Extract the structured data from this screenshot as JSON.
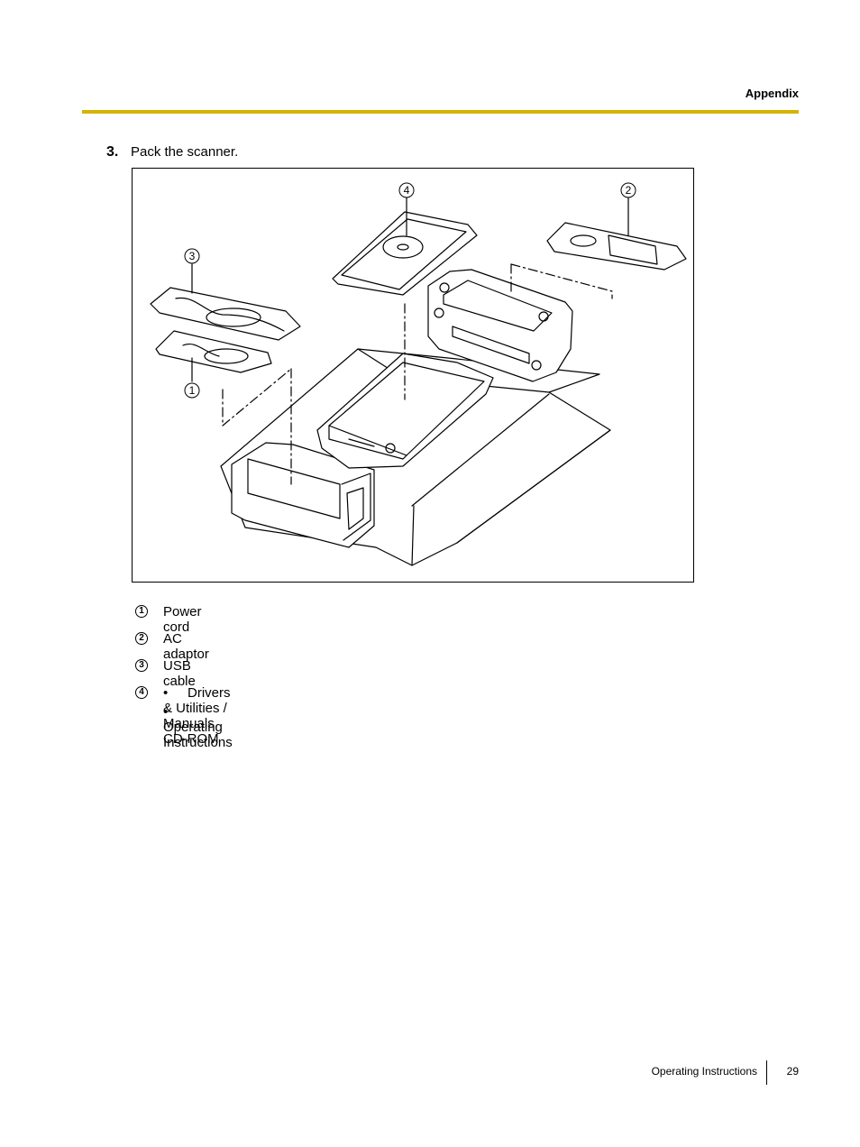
{
  "header": {
    "section": "Appendix"
  },
  "step": {
    "number": "3.",
    "text": "Pack the scanner."
  },
  "figure": {
    "callouts": [
      "1",
      "2",
      "3",
      "4"
    ]
  },
  "legend": {
    "items": [
      {
        "marker": "1",
        "label": "Power cord"
      },
      {
        "marker": "2",
        "label": "AC adaptor"
      },
      {
        "marker": "3",
        "label": "USB cable"
      }
    ],
    "item4": {
      "marker": "4",
      "bullets": [
        "Drivers & Utilities / Manuals CD-ROM",
        "Operating Instructions"
      ]
    },
    "bullet_glyph": "•"
  },
  "footer": {
    "label": "Operating Instructions",
    "page": "29"
  }
}
